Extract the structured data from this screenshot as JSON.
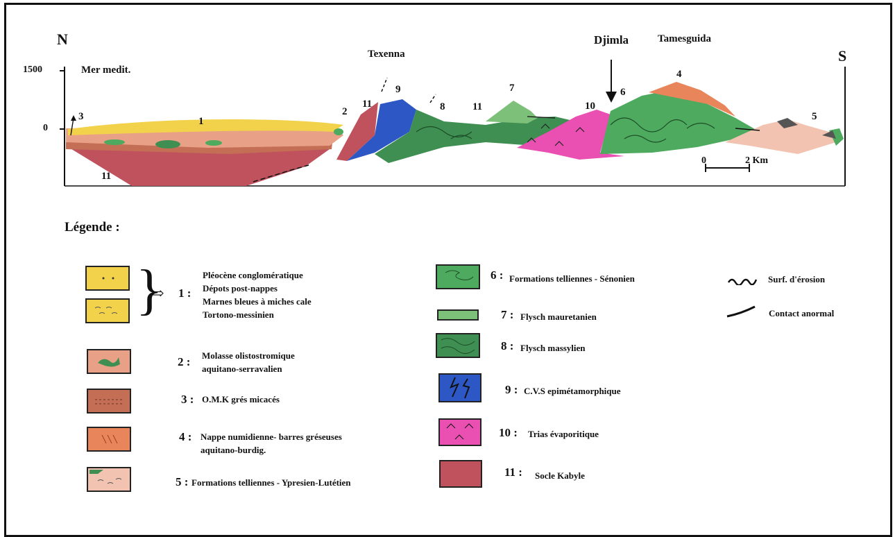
{
  "section": {
    "north": "N",
    "south": "S",
    "y_ticks": [
      "1500",
      "0"
    ],
    "places": {
      "sea": "Mer medit.",
      "texenna": "Texenna",
      "djimla": "Djimla",
      "tamesguida": "Tamesguida"
    },
    "unit_labels": [
      "3",
      "1",
      "2",
      "11",
      "9",
      "8",
      "11",
      "7",
      "10",
      "6",
      "4",
      "5",
      "11"
    ],
    "scale": {
      "start": "0",
      "end": "2 Km"
    }
  },
  "legend": {
    "title": "Légende :",
    "unit1": {
      "num": "1 :",
      "lines": [
        "Pléocène conglomératique",
        "Dépots post-nappes",
        "Marnes bleues à miches cale",
        "Tortono-messinien"
      ]
    },
    "left": [
      {
        "num": "2 :",
        "lines": [
          "Molasse olistostromique",
          "aquitano-serravalien"
        ]
      },
      {
        "num": "3 :",
        "lines": [
          "O.M.K grés micacés"
        ]
      },
      {
        "num": "4 :",
        "lines": [
          "Nappe numidienne- barres gréseuses",
          "aquitano-burdig."
        ]
      },
      {
        "num": "5 :",
        "lines": [
          "Formations telliennes  - Ypresien-Lutétien"
        ]
      }
    ],
    "middle": [
      {
        "num": "6 :",
        "text": "Formations telliennes - Sénonien"
      },
      {
        "num": "7 :",
        "text": "Flysch mauretanien"
      },
      {
        "num": "8 :",
        "text": "Flysch massylien"
      },
      {
        "num": "9 :",
        "text": "C.V.S epimétamorphique"
      },
      {
        "num": "10 :",
        "text": "Trias évaporitique"
      },
      {
        "num": "11 :",
        "text": "Socle Kabyle"
      }
    ],
    "symbols": [
      {
        "text": "Surf. d'érosion"
      },
      {
        "text": "Contact anormal"
      }
    ]
  },
  "colors": {
    "yellow": "#f2d24a",
    "salmon": "#e8a187",
    "brown": "#c46e55",
    "orange": "#e9855a",
    "pink_light": "#f2c3b1",
    "green": "#4eaa5e",
    "green_light": "#7cc07a",
    "green_dark": "#3f8f52",
    "blue": "#2c57c4",
    "magenta": "#ea4fb2",
    "socle": "#c0525e"
  }
}
